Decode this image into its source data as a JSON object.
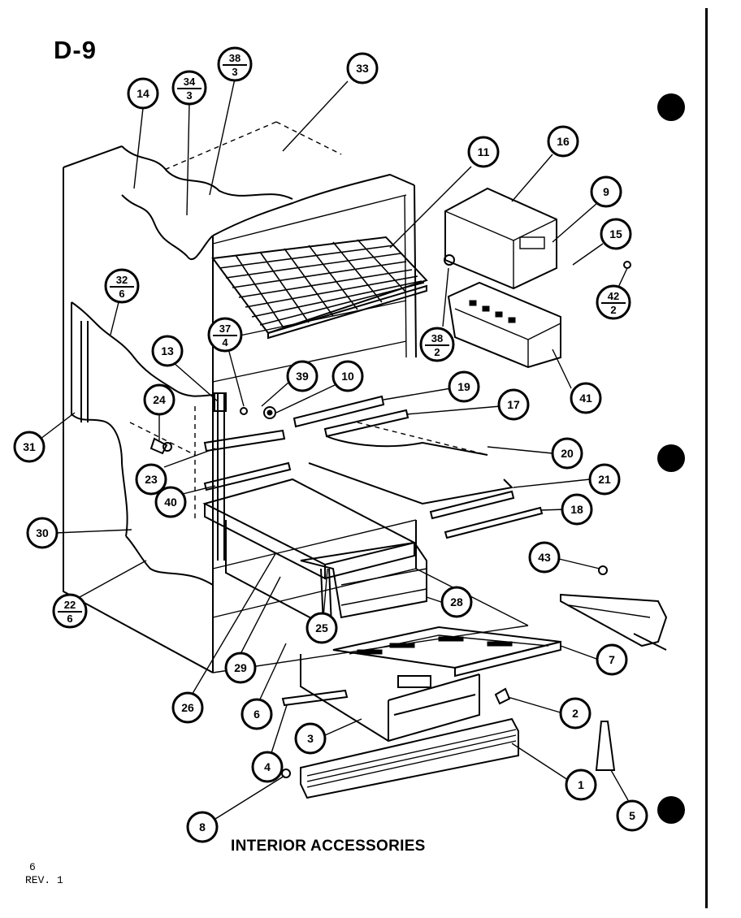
{
  "page_code": "D-9",
  "caption": "INTERIOR ACCESSORIES",
  "footer": {
    "page_number": "6",
    "revision": "REV. 1"
  },
  "callouts": [
    {
      "id": "c14",
      "label": "14"
    },
    {
      "id": "c34",
      "num": "34",
      "den": "3"
    },
    {
      "id": "c38a",
      "num": "38",
      "den": "3"
    },
    {
      "id": "c33",
      "label": "33"
    },
    {
      "id": "c11",
      "label": "11"
    },
    {
      "id": "c16",
      "label": "16"
    },
    {
      "id": "c9",
      "label": "9"
    },
    {
      "id": "c15",
      "label": "15"
    },
    {
      "id": "c42",
      "num": "42",
      "den": "2"
    },
    {
      "id": "c32",
      "num": "32",
      "den": "6"
    },
    {
      "id": "c37",
      "num": "37",
      "den": "4"
    },
    {
      "id": "c38b",
      "num": "38",
      "den": "2"
    },
    {
      "id": "c13",
      "label": "13"
    },
    {
      "id": "c39",
      "label": "39"
    },
    {
      "id": "c10",
      "label": "10"
    },
    {
      "id": "c19",
      "label": "19"
    },
    {
      "id": "c17",
      "label": "17"
    },
    {
      "id": "c41",
      "label": "41"
    },
    {
      "id": "c24",
      "label": "24"
    },
    {
      "id": "c31",
      "label": "31"
    },
    {
      "id": "c20",
      "label": "20"
    },
    {
      "id": "c23",
      "label": "23"
    },
    {
      "id": "c21",
      "label": "21"
    },
    {
      "id": "c40",
      "label": "40"
    },
    {
      "id": "c18",
      "label": "18"
    },
    {
      "id": "c30",
      "label": "30"
    },
    {
      "id": "c43",
      "label": "43"
    },
    {
      "id": "c22",
      "num": "22",
      "den": "6"
    },
    {
      "id": "c28",
      "label": "28"
    },
    {
      "id": "c25",
      "label": "25"
    },
    {
      "id": "c7",
      "label": "7"
    },
    {
      "id": "c29",
      "label": "29"
    },
    {
      "id": "c26",
      "label": "26"
    },
    {
      "id": "c6",
      "label": "6"
    },
    {
      "id": "c2",
      "label": "2"
    },
    {
      "id": "c3",
      "label": "3"
    },
    {
      "id": "c4",
      "label": "4"
    },
    {
      "id": "c1",
      "label": "1"
    },
    {
      "id": "c5",
      "label": "5"
    },
    {
      "id": "c8",
      "label": "8"
    }
  ]
}
